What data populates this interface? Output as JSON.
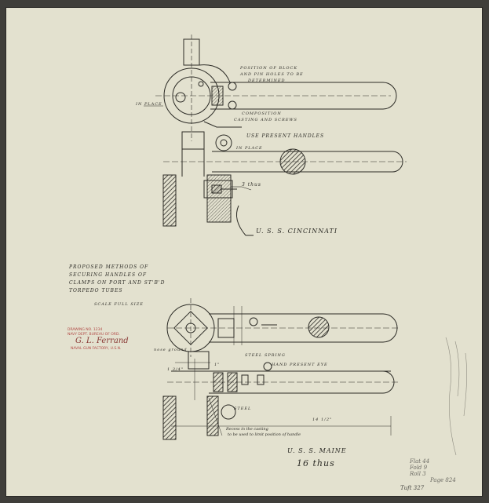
{
  "drawing": {
    "top_notes": {
      "block_position": "POSITION OF BLOCK",
      "pin_holes": "AND PIN HOLES TO BE",
      "determined": "DETERMINED",
      "in_place": "IN PLACE",
      "composition": "COMPOSITION",
      "casting": "CASTING AND SCREWS",
      "use_present": "USE PRESENT HANDLES",
      "in_place_2": "IN PLACE",
      "ship1": "U. S. S. CINCINNATI",
      "thick": "3 thus"
    },
    "title_block": {
      "line1": "PROPOSED METHODS OF",
      "line2": "SECURING HANDLES OF",
      "line3": "CLAMPS ON PORT AND ST'B'D",
      "line4": "TORPEDO TUBES",
      "scale": "SCALE   FULL SIZE"
    },
    "stamp": {
      "line1": "DRAWING NO. 1234",
      "line2": "NAVY DEPT. BUREAU OF ORD.",
      "signature": "G. L. Ferrand",
      "line3": "NAVAL GUN FACTORY, U.S.N."
    },
    "bottom_notes": {
      "steel_spring": "STEEL SPRING",
      "hand_present": "HAND PRESENT EYE",
      "steel": "STEEL",
      "nose_round": "nose ground",
      "recess1": "Recess in the casting",
      "recess2": "to be used to limit position of handle",
      "ship2": "U. S. S. MAINE",
      "quantity": "16 thus",
      "dim_len": "14 1/2\"",
      "dim_a": "1 3/4\"",
      "dim_b": "1\""
    },
    "corner": {
      "line1": "Flat 44",
      "line2": "Fold 9",
      "line3": "Roll 3",
      "line4": "Page 824",
      "tag": "Tuft 327"
    }
  }
}
